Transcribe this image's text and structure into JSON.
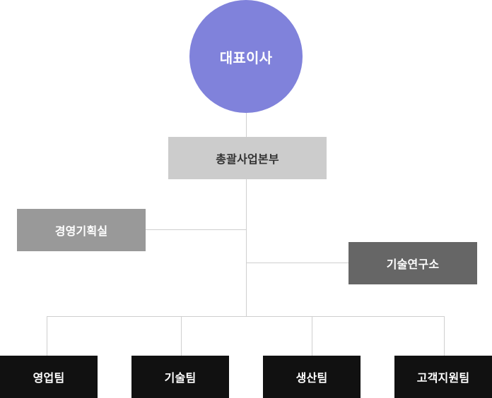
{
  "org_chart": {
    "ceo": {
      "label": "대표이사"
    },
    "headquarters": {
      "label": "총괄사업본부"
    },
    "planning_office": {
      "label": "경영기획실"
    },
    "research_lab": {
      "label": "기술연구소"
    },
    "teams": [
      {
        "label": "영업팀"
      },
      {
        "label": "기술팀"
      },
      {
        "label": "생산팀"
      },
      {
        "label": "고객지원팀"
      }
    ]
  },
  "colors": {
    "ceo": "#8082db",
    "headquarters": "#cccccc",
    "planning_office": "#999999",
    "research_lab": "#666666",
    "teams": "#111111",
    "connectors": "#cfcfcf"
  }
}
